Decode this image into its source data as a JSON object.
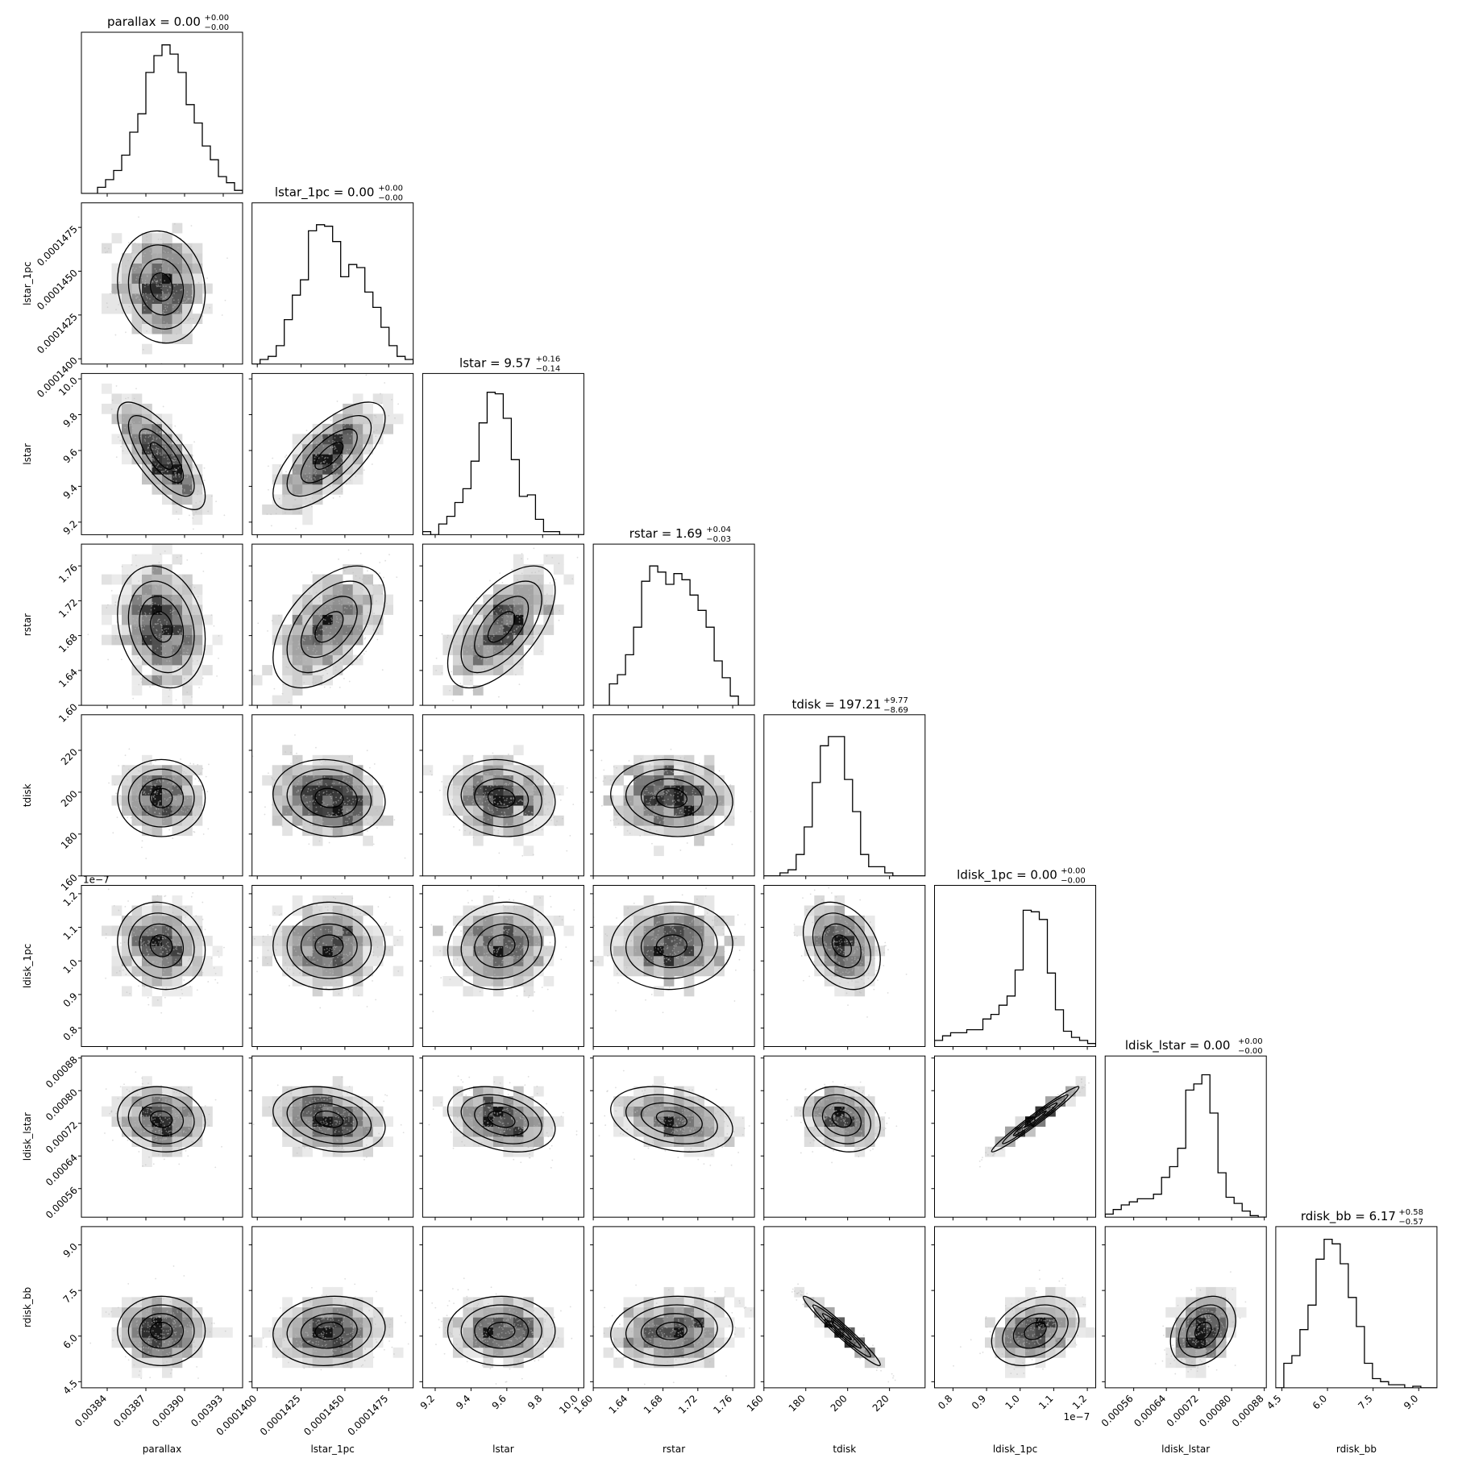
{
  "chart_data": {
    "type": "corner",
    "parameters": [
      {
        "name": "parallax",
        "label": "parallax",
        "title": {
          "text": "parallax = 0.00",
          "sup": "+0.00",
          "sub": "−0.00"
        },
        "range": [
          0.00382,
          0.003945
        ],
        "ticks": [
          {
            "v": 0.00384,
            "label": "0.00384"
          },
          {
            "v": 0.00387,
            "label": "0.00387"
          },
          {
            "v": 0.0039,
            "label": "0.00390"
          },
          {
            "v": 0.00393,
            "label": "0.00393"
          }
        ],
        "center": 0.003882,
        "sigma": 1.7e-05,
        "hist": [
          0,
          0,
          0.04,
          0.09,
          0.15,
          0.25,
          0.4,
          0.52,
          0.79,
          0.9,
          0.97,
          0.91,
          0.79,
          0.58,
          0.46,
          0.31,
          0.22,
          0.11,
          0.07,
          0.02
        ]
      },
      {
        "name": "lstar_1pc",
        "label": "lstar_1pc",
        "title": {
          "text": "lstar_1pc = 0.00",
          "sup": "+0.00",
          "sub": "−0.00"
        },
        "range": [
          0.0001397,
          0.0001489
        ],
        "ticks": [
          {
            "v": 0.00014,
            "label": "0.0001400"
          },
          {
            "v": 0.0001425,
            "label": "0.0001425"
          },
          {
            "v": 0.000145,
            "label": "0.0001450"
          },
          {
            "v": 0.0001475,
            "label": "0.0001475"
          }
        ],
        "center": 0.0001441,
        "sigma": 1.6e-06,
        "hist": [
          0,
          0.03,
          0.05,
          0.12,
          0.29,
          0.45,
          0.55,
          0.87,
          0.91,
          0.9,
          0.8,
          0.57,
          0.65,
          0.63,
          0.47,
          0.37,
          0.24,
          0.12,
          0.05,
          0.03
        ]
      },
      {
        "name": "lstar",
        "label": "lstar",
        "title": {
          "text": "lstar = 9.57",
          "sup": "+0.16",
          "sub": "−0.14"
        },
        "range": [
          9.13,
          10.03
        ],
        "ticks": [
          {
            "v": 9.2,
            "label": "9.2"
          },
          {
            "v": 9.4,
            "label": "9.4"
          },
          {
            "v": 9.6,
            "label": "9.6"
          },
          {
            "v": 9.8,
            "label": "9.8"
          },
          {
            "v": 10.0,
            "label": "10.0"
          }
        ],
        "center": 9.57,
        "sigma": 0.15,
        "hist": [
          0.02,
          0,
          0.07,
          0.12,
          0.21,
          0.3,
          0.48,
          0.73,
          0.93,
          0.92,
          0.76,
          0.49,
          0.25,
          0.26,
          0.1,
          0.02,
          0.02,
          0,
          0,
          0
        ]
      },
      {
        "name": "rstar",
        "label": "rstar",
        "title": {
          "text": "rstar = 1.69",
          "sup": "+0.04",
          "sub": "−0.03"
        },
        "range": [
          1.6,
          1.785
        ],
        "ticks": [
          {
            "v": 1.6,
            "label": "1.60"
          },
          {
            "v": 1.64,
            "label": "1.64"
          },
          {
            "v": 1.68,
            "label": "1.68"
          },
          {
            "v": 1.72,
            "label": "1.72"
          },
          {
            "v": 1.76,
            "label": "1.76"
          }
        ],
        "center": 1.69,
        "sigma": 0.035,
        "hist": [
          0,
          0,
          0.14,
          0.2,
          0.33,
          0.51,
          0.81,
          0.91,
          0.87,
          0.79,
          0.86,
          0.82,
          0.72,
          0.62,
          0.51,
          0.29,
          0.18,
          0.06,
          0,
          0
        ]
      },
      {
        "name": "tdisk",
        "label": "tdisk",
        "title": {
          "text": "tdisk = 197.21",
          "sup": "+9.77",
          "sub": "−8.69"
        },
        "range": [
          160,
          237
        ],
        "ticks": [
          {
            "v": 160,
            "label": "160"
          },
          {
            "v": 180,
            "label": "180"
          },
          {
            "v": 200,
            "label": "200"
          },
          {
            "v": 220,
            "label": "220"
          }
        ],
        "center": 197.2,
        "sigma": 9.2,
        "hist": [
          0,
          0,
          0.02,
          0.04,
          0.14,
          0.32,
          0.61,
          0.85,
          0.91,
          0.91,
          0.63,
          0.42,
          0.14,
          0.06,
          0.06,
          0.02,
          0,
          0,
          0,
          0
        ]
      },
      {
        "name": "ldisk_1pc",
        "label": "ldisk_1pc",
        "offset_label": "1e−7",
        "title": {
          "text": "ldisk_1pc = 0.00",
          "sup": "+0.00",
          "sub": "−0.00"
        },
        "range": [
          0.745,
          1.225
        ],
        "ticks": [
          {
            "v": 0.8,
            "label": "0.8"
          },
          {
            "v": 0.9,
            "label": "0.9"
          },
          {
            "v": 1.0,
            "label": "1.0"
          },
          {
            "v": 1.1,
            "label": "1.1"
          },
          {
            "v": 1.2,
            "label": "1.2"
          }
        ],
        "center": 1.045,
        "sigma": 0.065,
        "hist": [
          0.04,
          0.07,
          0.09,
          0.09,
          0.11,
          0.11,
          0.18,
          0.21,
          0.27,
          0.33,
          0.5,
          0.89,
          0.88,
          0.83,
          0.48,
          0.24,
          0.1,
          0.06,
          0.04,
          0.02
        ]
      },
      {
        "name": "ldisk_lstar",
        "label": "ldisk_lstar",
        "title": {
          "text": "ldisk_lstar = 0.00",
          "sup": "+0.00",
          "sub": "−0.00"
        },
        "range": [
          0.00049,
          0.000885
        ],
        "ticks": [
          {
            "v": 0.00056,
            "label": "0.00056"
          },
          {
            "v": 0.00064,
            "label": "0.00064"
          },
          {
            "v": 0.00072,
            "label": "0.00072"
          },
          {
            "v": 0.0008,
            "label": "0.00080"
          },
          {
            "v": 0.00088,
            "label": "0.00088"
          }
        ],
        "center": 0.00073,
        "sigma": 4e-05,
        "hist": [
          0.02,
          0.05,
          0.08,
          0.1,
          0.12,
          0.12,
          0.15,
          0.26,
          0.33,
          0.45,
          0.83,
          0.87,
          0.93,
          0.68,
          0.29,
          0.13,
          0.09,
          0.04,
          0.01,
          0
        ]
      },
      {
        "name": "rdisk_bb",
        "label": "rdisk_bb",
        "title": {
          "text": "rdisk_bb = 6.17",
          "sup": "+0.58",
          "sub": "−0.57"
        },
        "range": [
          4.3,
          9.6
        ],
        "ticks": [
          {
            "v": 4.5,
            "label": "4.5"
          },
          {
            "v": 6.0,
            "label": "6.0"
          },
          {
            "v": 7.5,
            "label": "7.5"
          },
          {
            "v": 9.0,
            "label": "9.0"
          }
        ],
        "center": 6.17,
        "sigma": 0.57,
        "hist": [
          0,
          0.16,
          0.21,
          0.38,
          0.54,
          0.84,
          0.97,
          0.94,
          0.81,
          0.59,
          0.4,
          0.16,
          0.06,
          0.04,
          0.02,
          0.02,
          0,
          0.01,
          0,
          0
        ]
      }
    ],
    "correlations": {
      "1,0": -0.1,
      "2,0": -0.75,
      "2,1": 0.7,
      "3,0": -0.2,
      "3,1": 0.5,
      "3,2": 0.6,
      "4,0": 0.0,
      "4,1": -0.1,
      "4,2": -0.1,
      "4,3": -0.1,
      "5,0": -0.1,
      "5,1": 0.0,
      "5,2": 0.1,
      "5,3": 0.05,
      "5,4": -0.3,
      "6,0": -0.1,
      "6,1": -0.25,
      "6,2": -0.3,
      "6,3": -0.3,
      "6,4": -0.2,
      "6,5": 0.98,
      "7,0": 0.0,
      "7,1": 0.1,
      "7,2": 0.0,
      "7,3": 0.1,
      "7,4": -0.97,
      "7,5": 0.3,
      "7,6": 0.3
    }
  }
}
